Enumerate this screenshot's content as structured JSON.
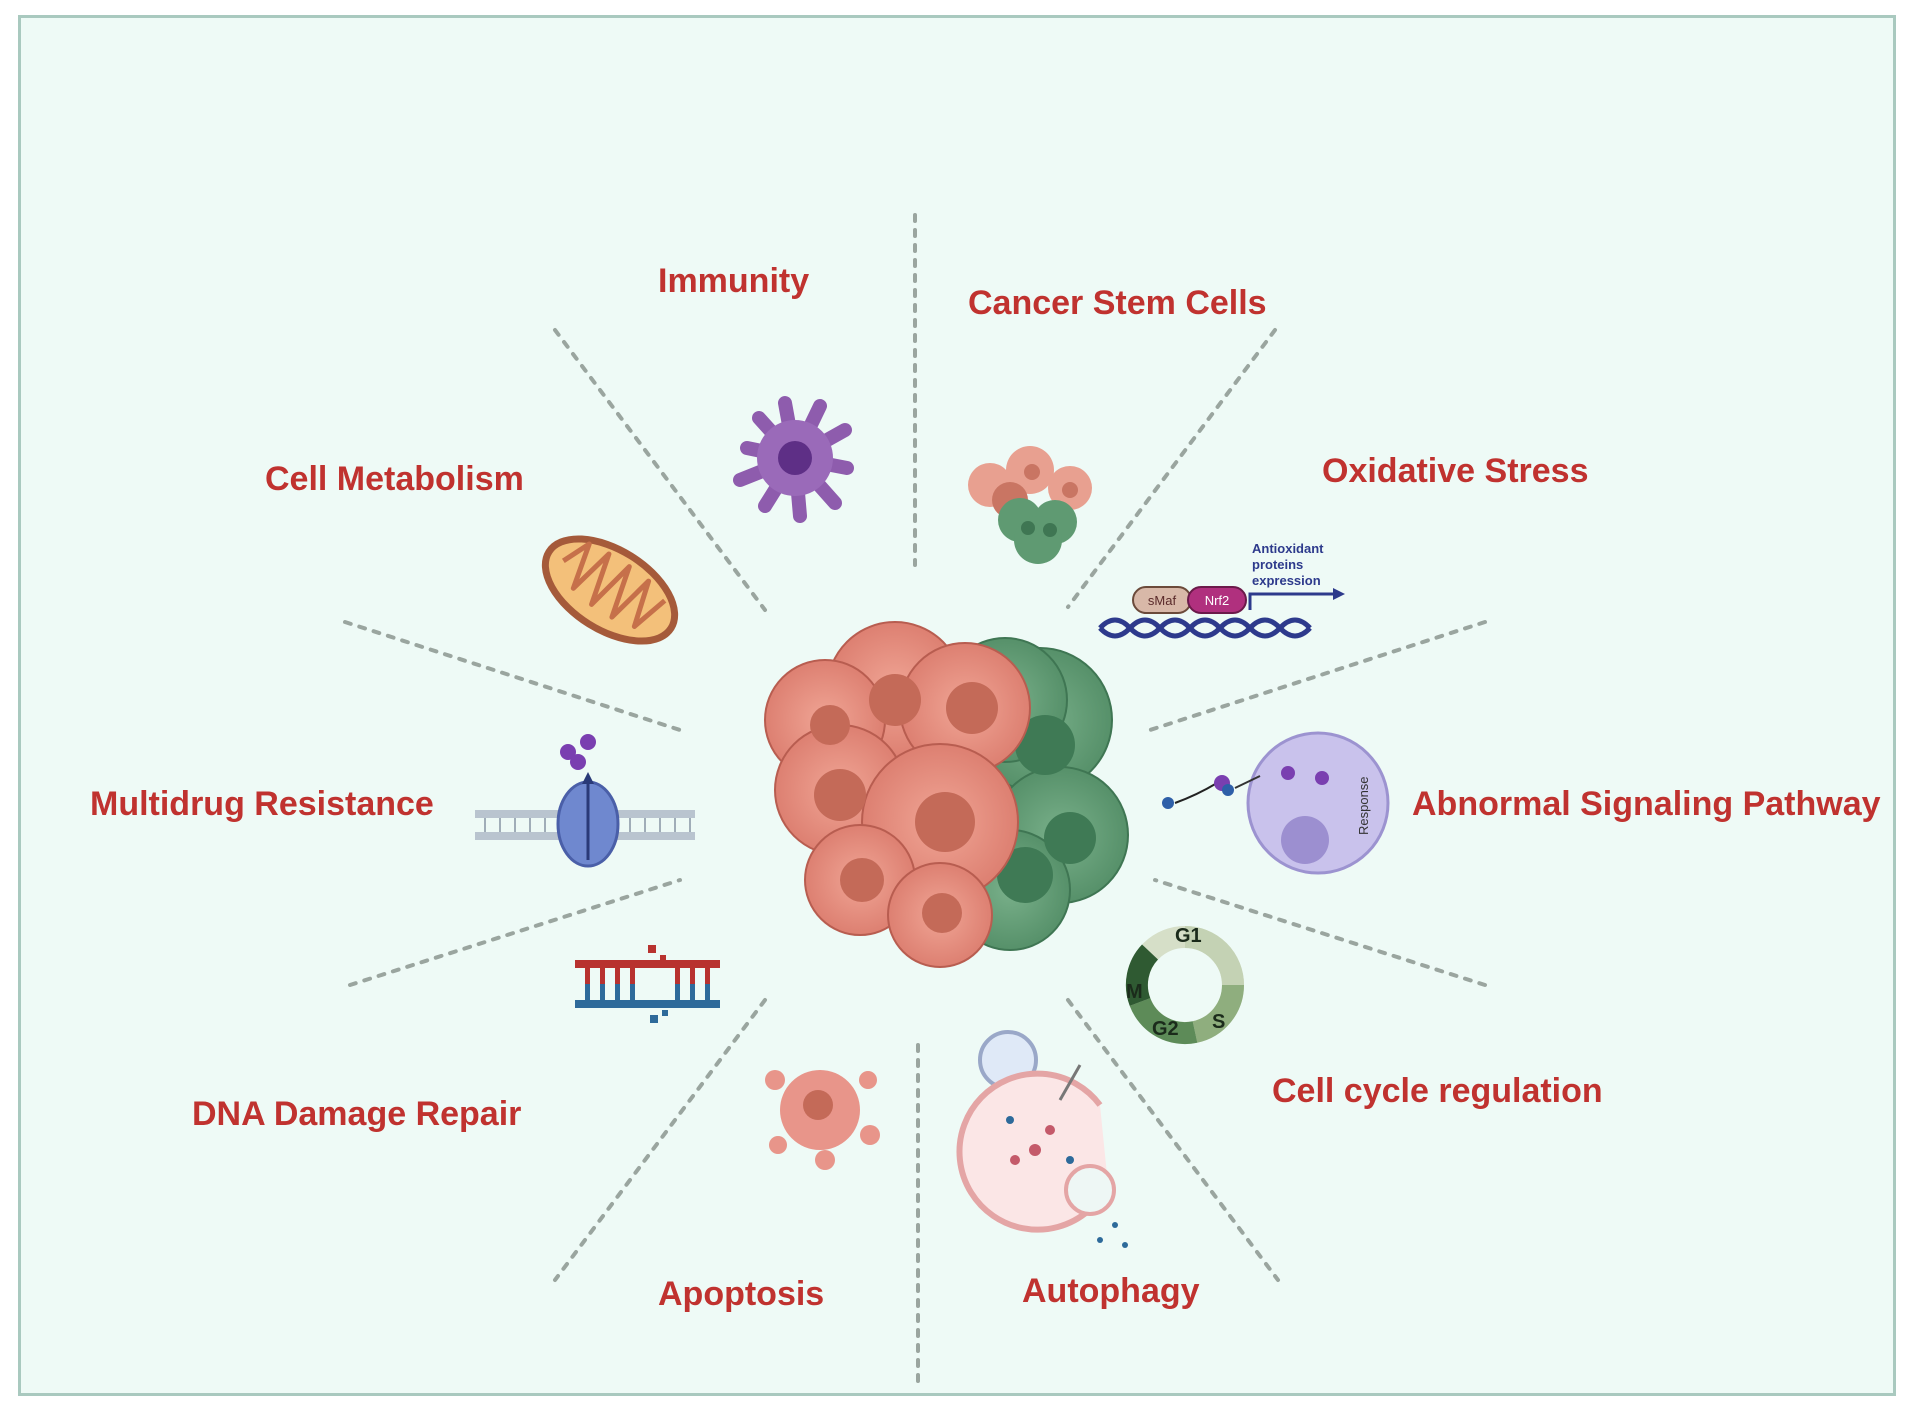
{
  "categories": [
    {
      "id": "immunity",
      "label": "Immunity",
      "icon": "dendritic-cell-icon"
    },
    {
      "id": "cancer-stem-cells",
      "label": "Cancer Stem Cells",
      "icon": "stem-cell-cluster-icon"
    },
    {
      "id": "oxidative-stress",
      "label": "Oxidative Stress",
      "icon": "nrf2-dna-icon"
    },
    {
      "id": "abnormal-signaling",
      "label": "Abnormal Signaling Pathway",
      "icon": "signaling-cell-icon"
    },
    {
      "id": "cell-cycle",
      "label": "Cell cycle regulation",
      "icon": "cell-cycle-ring-icon"
    },
    {
      "id": "autophagy",
      "label": "Autophagy",
      "icon": "autophagosome-icon"
    },
    {
      "id": "apoptosis",
      "label": "Apoptosis",
      "icon": "apoptotic-cell-icon"
    },
    {
      "id": "dna-damage-repair",
      "label": "DNA Damage Repair",
      "icon": "broken-dna-icon"
    },
    {
      "id": "multidrug-resistance",
      "label": "Multidrug Resistance",
      "icon": "membrane-pump-icon"
    },
    {
      "id": "cell-metabolism",
      "label": "Cell Metabolism",
      "icon": "mitochondrion-icon"
    }
  ],
  "oxidative_detail": {
    "smaf": "sMaf",
    "nrf2": "Nrf2",
    "expression_lines": [
      "Antioxidant",
      "proteins",
      "expression"
    ]
  },
  "signaling_detail": {
    "response": "Response"
  },
  "cell_cycle_phases": {
    "g1": "G1",
    "s": "S",
    "g2": "G2",
    "m": "M"
  },
  "colors": {
    "label": "#c0322f",
    "tumor_red": "#e08a78",
    "tumor_green": "#5f9a72",
    "background": "#eefaf6"
  }
}
